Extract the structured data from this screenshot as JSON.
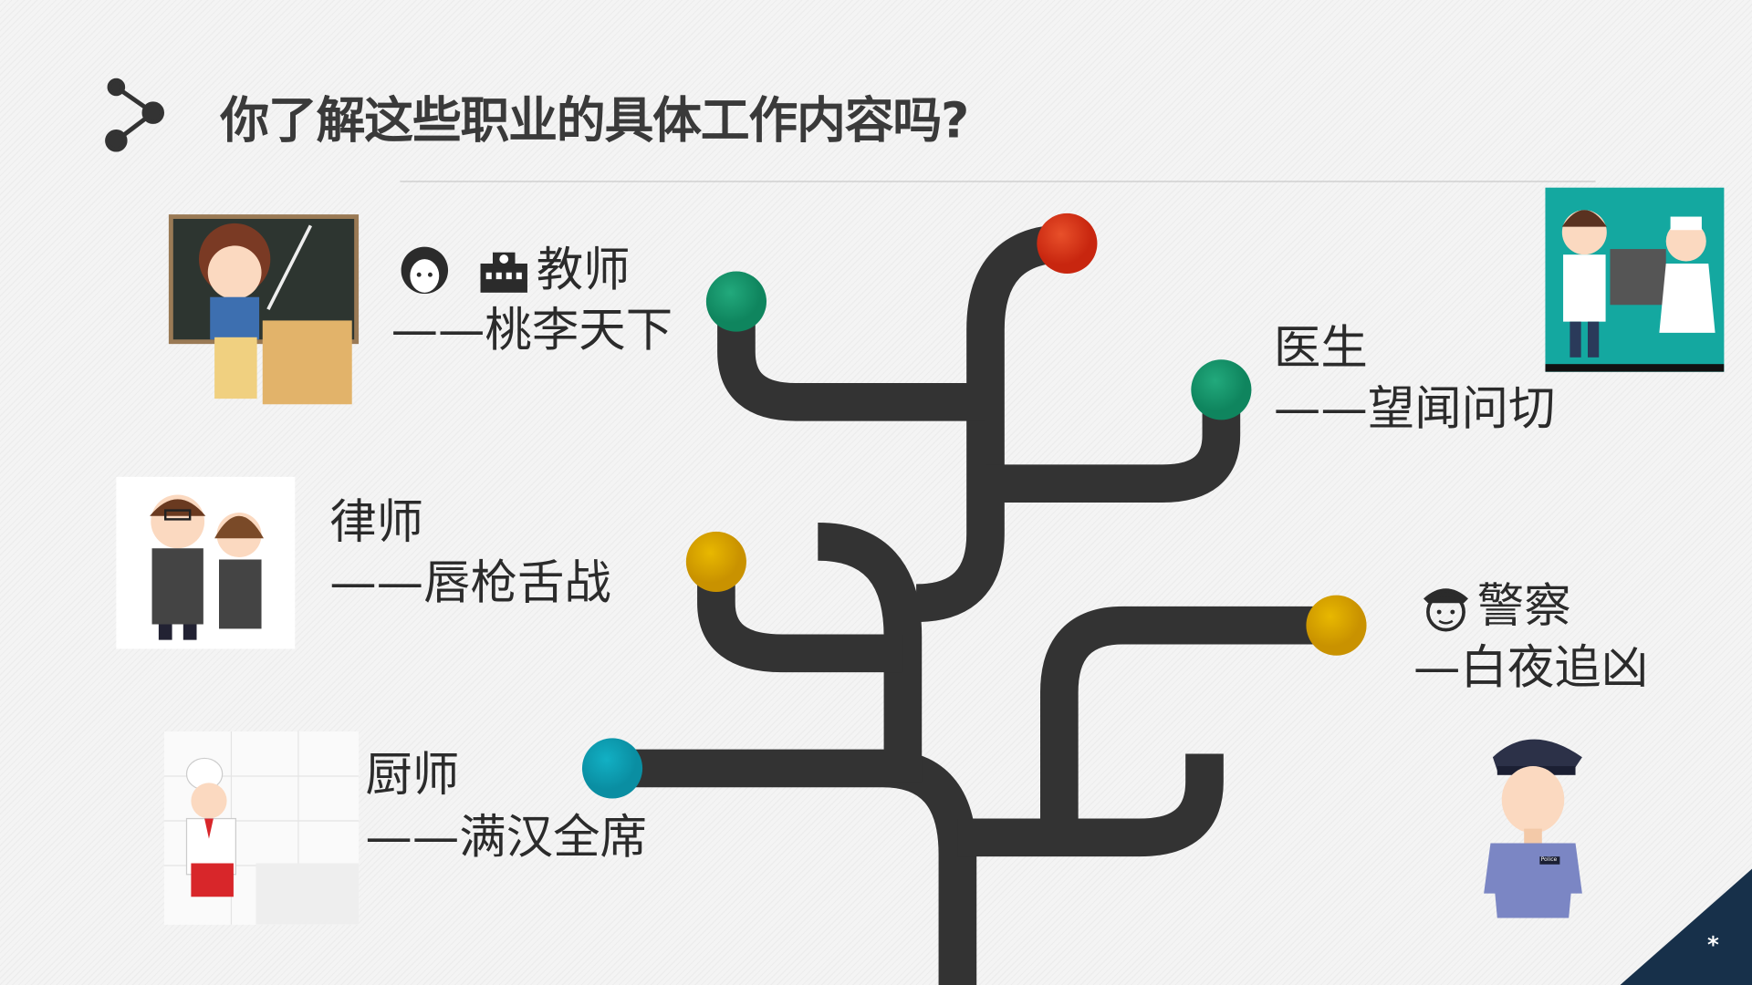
{
  "slide": {
    "title": "你了解这些职业的具体工作内容吗?",
    "page_marker": "*"
  },
  "professions": [
    {
      "name": "教师",
      "motto": "——桃李天下",
      "icons": [
        "woman-face-icon",
        "school-icon"
      ],
      "dot_color": "#17976e"
    },
    {
      "name": "医生",
      "motto": "——望闻问切",
      "dot_color": "#17976e"
    },
    {
      "name": "律师",
      "motto": "——唇枪舌战",
      "dot_color": "#d9a300"
    },
    {
      "name": "警察",
      "motto": "—白夜追凶",
      "icons": [
        "police-officer-icon"
      ],
      "dot_color": "#d9a300"
    },
    {
      "name": "厨师",
      "motto": "——满汉全席",
      "dot_color": "#0e9bb0"
    }
  ],
  "tree": {
    "top_dot_color": "#d8321a",
    "branch_color": "#333333"
  },
  "illustrations": {
    "police_badge": "Police"
  },
  "colors": {
    "corner": "#17304a",
    "title": "#3a3a3a"
  }
}
